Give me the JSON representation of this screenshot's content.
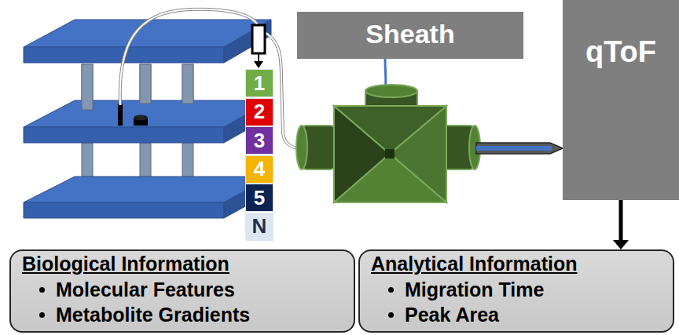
{
  "diagram": {
    "nodes": [
      {
        "text": [
          "1"
        ]
      },
      {
        "text": [
          "2"
        ]
      },
      {
        "text": [
          "3"
        ]
      },
      {
        "text": [
          "4"
        ]
      },
      {
        "text": [
          "5"
        ]
      },
      {
        "text": [
          "N"
        ]
      },
      {
        "text": [
          "Sheath"
        ]
      },
      {
        "text": [
          "qToF"
        ]
      },
      {
        "text": [
          "Biological Information",
          "Molecular Features",
          "Metabolite Gradients"
        ]
      },
      {
        "text": [
          "Analytical Information",
          "Migration Time",
          "Peak Area"
        ]
      }
    ],
    "edges": [
      {
        "from": 7,
        "to": 9,
        "arrow": "to"
      }
    ]
  }
}
